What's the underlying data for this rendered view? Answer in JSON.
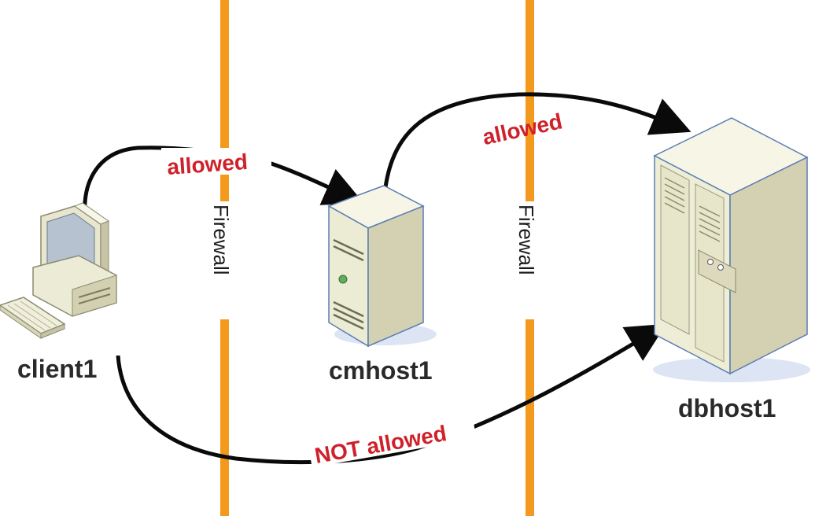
{
  "colors": {
    "firewall": "#f39a1e",
    "arrow": "#0a0a0a",
    "edge_label": "#d0202a",
    "node_label": "#2a2a2a",
    "device_light": "#f3f1e0",
    "device_mid": "#e3e1c8",
    "device_dark": "#c9c6a5",
    "device_outline": "#5a7db3"
  },
  "nodes": {
    "client": {
      "label": "client1",
      "icon": "desktop-computer-icon"
    },
    "cmhost": {
      "label": "cmhost1",
      "icon": "server-tower-icon"
    },
    "dbhost": {
      "label": "dbhost1",
      "icon": "large-server-icon"
    }
  },
  "firewalls": [
    {
      "label": "Firewall"
    },
    {
      "label": "Firewall"
    }
  ],
  "edges": [
    {
      "from": "client1",
      "to": "cmhost1",
      "label": "allowed"
    },
    {
      "from": "cmhost1",
      "to": "dbhost1",
      "label": "allowed"
    },
    {
      "from": "client1",
      "to": "dbhost1",
      "label": "NOT allowed"
    }
  ]
}
